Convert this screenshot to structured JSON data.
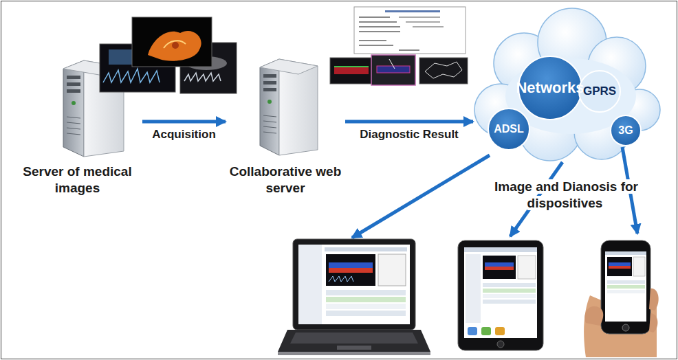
{
  "diagram": {
    "nodes": [
      {
        "text": [
          "Server of medical images"
        ]
      },
      {
        "text": [
          "Collaborative web server"
        ]
      },
      {
        "text": [
          "Networks",
          "GPRS",
          "ADSL",
          "3G"
        ]
      }
    ],
    "edges": [
      {
        "from": 0,
        "to": 1,
        "label": "Acquisition",
        "arrow": "to"
      },
      {
        "from": 1,
        "to": 2,
        "label": "Diagnostic Result",
        "arrow": "to"
      }
    ],
    "labels": [
      "Image and Dianosis for dispositives"
    ]
  }
}
